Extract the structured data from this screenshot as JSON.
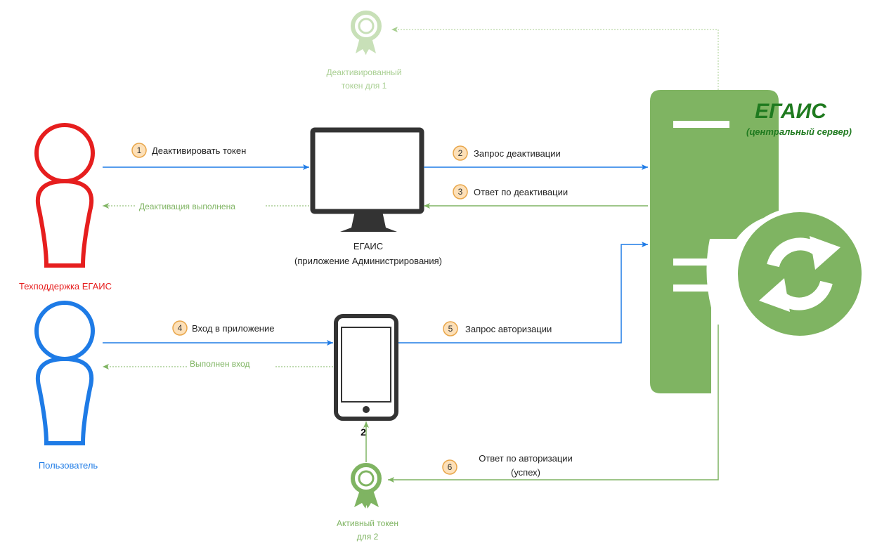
{
  "server": {
    "title": "ЕГАИС",
    "subtitle": "(центральный сервер)",
    "color": "#7fb462",
    "title_color": "#1f7a1f"
  },
  "admin_app": {
    "line1": "ЕГАИС",
    "line2": "(приложение Администрирования)"
  },
  "actors": {
    "support": {
      "label": "Техподдержка ЕГАИС",
      "color": "#e61e1e"
    },
    "user": {
      "label": "Пользователь",
      "color": "#1e7be6"
    }
  },
  "phone": {
    "label": "2"
  },
  "tokens": {
    "deactivated": {
      "line1": "Деактивированный",
      "line2": "токен для 1",
      "color": "#a9cf92"
    },
    "active": {
      "line1": "Активный токен",
      "line2": "для 2",
      "color": "#7fb462"
    }
  },
  "steps": [
    {
      "num": "1",
      "label": "Деактивировать токен"
    },
    {
      "num": "2",
      "label": "Запрос деактивации"
    },
    {
      "num": "3",
      "label": "Ответ по деактивации"
    },
    {
      "num": "4",
      "label": "Вход в приложение"
    },
    {
      "num": "5",
      "label": "Запрос авторизации"
    },
    {
      "num": "6",
      "label": "Ответ по авторизации",
      "label2": "(успех)"
    }
  ],
  "responses": {
    "deactivation_done": "Деактивация выполнена",
    "login_done": "Выполнен вход"
  },
  "colors": {
    "request_arrow": "#1e7be6",
    "response_arrow": "#7fb462",
    "badge_fill": "#fde0b8",
    "badge_stroke": "#e8a64a"
  }
}
